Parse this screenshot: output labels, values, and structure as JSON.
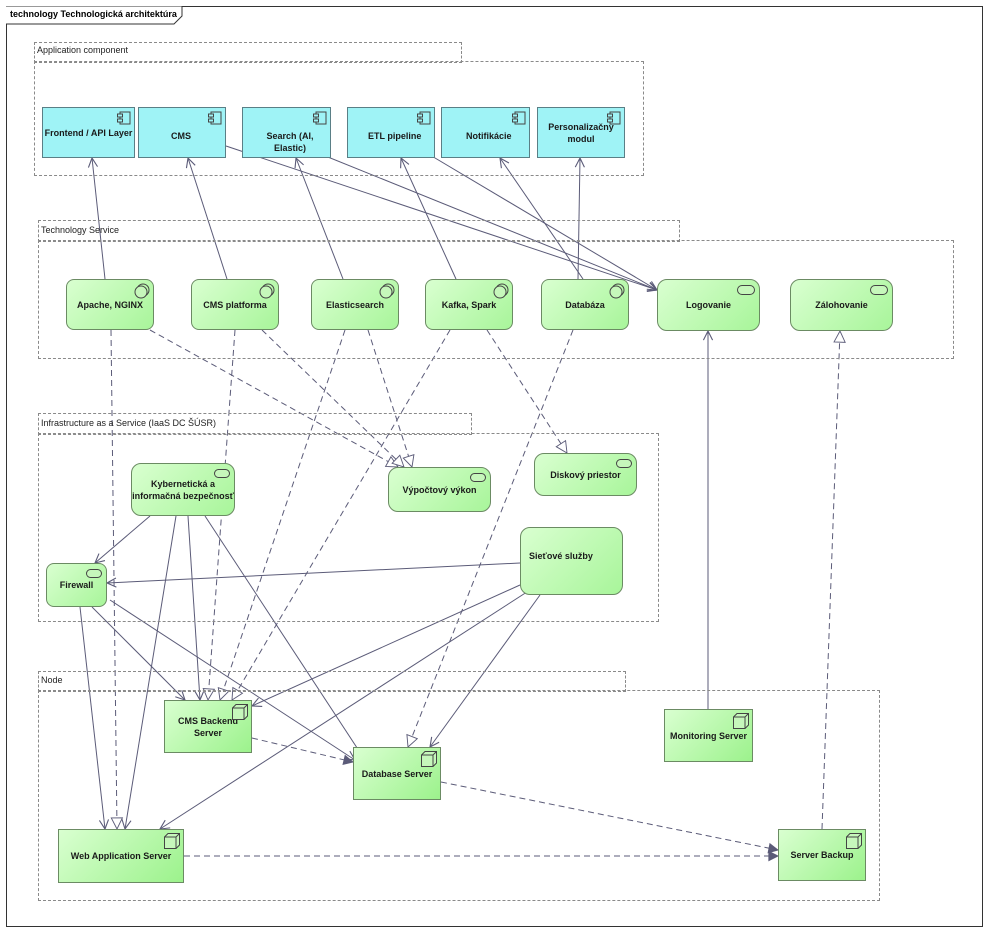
{
  "diagram_title": "technology Technologická architektúra",
  "groups": {
    "application_component": "Application component",
    "technology_service": "Technology Service",
    "iaas": "Infrastructure as a Service (IaaS DC ŠÚSR)",
    "node": "Node"
  },
  "components": [
    {
      "id": "frontend",
      "label": "Frontend / API Layer"
    },
    {
      "id": "cms",
      "label": "CMS"
    },
    {
      "id": "search",
      "label": "Search (AI, Elastic)"
    },
    {
      "id": "etl",
      "label": "ETL pipeline"
    },
    {
      "id": "notif",
      "label": "Notifikácie"
    },
    {
      "id": "personal",
      "label": "Personalizačný\nmodul"
    }
  ],
  "services": [
    {
      "id": "apache",
      "label": "Apache, NGINX"
    },
    {
      "id": "cmsplat",
      "label": "CMS platforma"
    },
    {
      "id": "elastic",
      "label": "Elasticsearch"
    },
    {
      "id": "kafka",
      "label": "Kafka, Spark"
    },
    {
      "id": "db",
      "label": "Databáza"
    },
    {
      "id": "log",
      "label": "Logovanie"
    },
    {
      "id": "backup",
      "label": "Zálohovanie"
    }
  ],
  "infrastructure": [
    {
      "id": "cyber",
      "label": "Kybernetická a\ninformačná bezpečnosť"
    },
    {
      "id": "compute",
      "label": "Výpočtový výkon"
    },
    {
      "id": "disk",
      "label": "Diskový priestor"
    },
    {
      "id": "network",
      "label": "Sieťové služby"
    },
    {
      "id": "firewall",
      "label": "Firewall"
    }
  ],
  "nodes": [
    {
      "id": "cmsback",
      "label": "CMS Backend\nServer"
    },
    {
      "id": "dbserver",
      "label": "Database Server"
    },
    {
      "id": "monitor",
      "label": "Monitoring Server"
    },
    {
      "id": "webapp",
      "label": "Web Application Server"
    },
    {
      "id": "srvbackup",
      "label": "Server Backup"
    }
  ],
  "relations": [
    {
      "from": "apache",
      "to": "frontend",
      "type": "realization"
    },
    {
      "from": "cmsplat",
      "to": "cms",
      "type": "realization"
    },
    {
      "from": "elastic",
      "to": "search",
      "type": "realization"
    },
    {
      "from": "kafka",
      "to": "etl",
      "type": "realization"
    },
    {
      "from": "db",
      "to": "notif",
      "type": "realization"
    },
    {
      "from": "db",
      "to": "personal",
      "type": "realization"
    },
    {
      "from": "cms",
      "to": "log",
      "type": "serving"
    },
    {
      "from": "search",
      "to": "log",
      "type": "serving"
    },
    {
      "from": "etl",
      "to": "log",
      "type": "serving"
    },
    {
      "from": "apache",
      "to": "compute",
      "type": "dependency"
    },
    {
      "from": "cmsplat",
      "to": "compute",
      "type": "dependency"
    },
    {
      "from": "elastic",
      "to": "compute",
      "type": "dependency"
    },
    {
      "from": "kafka",
      "to": "disk",
      "type": "dependency"
    },
    {
      "from": "apache",
      "to": "webapp",
      "type": "dependency"
    },
    {
      "from": "cmsplat",
      "to": "cmsback",
      "type": "dependency"
    },
    {
      "from": "elastic",
      "to": "cmsback",
      "type": "dependency"
    },
    {
      "from": "kafka",
      "to": "cmsback",
      "type": "dependency"
    },
    {
      "from": "db",
      "to": "dbserver",
      "type": "dependency"
    },
    {
      "from": "monitor",
      "to": "log",
      "type": "serving"
    },
    {
      "from": "srvbackup",
      "to": "backup",
      "type": "dependency"
    },
    {
      "from": "cyber",
      "to": "firewall",
      "type": "serving"
    },
    {
      "from": "cyber",
      "to": "cmsback",
      "type": "serving"
    },
    {
      "from": "cyber",
      "to": "dbserver",
      "type": "serving"
    },
    {
      "from": "cyber",
      "to": "webapp",
      "type": "serving"
    },
    {
      "from": "network",
      "to": "firewall",
      "type": "serving"
    },
    {
      "from": "network",
      "to": "cmsback",
      "type": "serving"
    },
    {
      "from": "network",
      "to": "dbserver",
      "type": "serving"
    },
    {
      "from": "network",
      "to": "webapp",
      "type": "serving"
    },
    {
      "from": "firewall",
      "to": "cmsback",
      "type": "serving"
    },
    {
      "from": "firewall",
      "to": "dbserver",
      "type": "serving"
    },
    {
      "from": "firewall",
      "to": "webapp",
      "type": "serving"
    },
    {
      "from": "cmsback",
      "to": "dbserver",
      "type": "flow"
    },
    {
      "from": "dbserver",
      "to": "srvbackup",
      "type": "flow"
    },
    {
      "from": "webapp",
      "to": "srvbackup",
      "type": "flow"
    }
  ]
}
